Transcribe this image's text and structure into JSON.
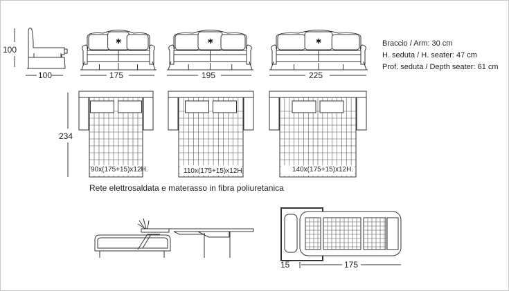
{
  "dimensions": {
    "height": "100",
    "depth": "100",
    "widths": [
      "175",
      "195",
      "225"
    ],
    "bed_length": "234",
    "open_extension": "15",
    "open_length": "175"
  },
  "specs": [
    "Braccio / Arm: 30 cm",
    "H. seduta / H. seater: 47 cm",
    "Prof. seduta / Depth seater: 61 cm"
  ],
  "mattresses": [
    "90x(175+15)x12H.",
    "110x(175+15)x12H.",
    "140x(175+15)x12H."
  ],
  "caption": "Rete elettrosaldata e materasso in fibra poliuretanica"
}
